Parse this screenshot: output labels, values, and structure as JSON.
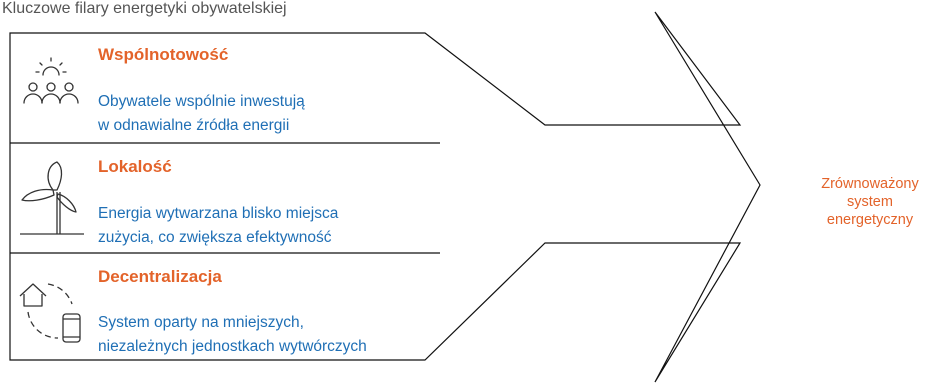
{
  "title": "Kluczowe filary energetyki obywatelskiej",
  "pillars": [
    {
      "title": "Wspólnotowość",
      "desc_line1": "Obywatele wspólnie inwestują",
      "desc_line2": "w odnawialne źródła energii",
      "icon": "community-icon"
    },
    {
      "title": "Lokalość",
      "desc_line1": "Energia wytwarzana blisko miejsca",
      "desc_line2": "zużycia, co zwiększa efektywność",
      "icon": "wind-turbine-icon"
    },
    {
      "title": "Decentralizacja",
      "desc_line1": "System oparty na mniejszych,",
      "desc_line2": "niezależnych jednostkach wytwórczych",
      "icon": "house-phone-cycle-icon"
    }
  ],
  "outcome": {
    "line1": "Zrównoważony",
    "line2": "system",
    "line3": "energetyczny"
  },
  "colors": {
    "title": "#E3632A",
    "description": "#1F6FB5",
    "outline": "#111111"
  }
}
